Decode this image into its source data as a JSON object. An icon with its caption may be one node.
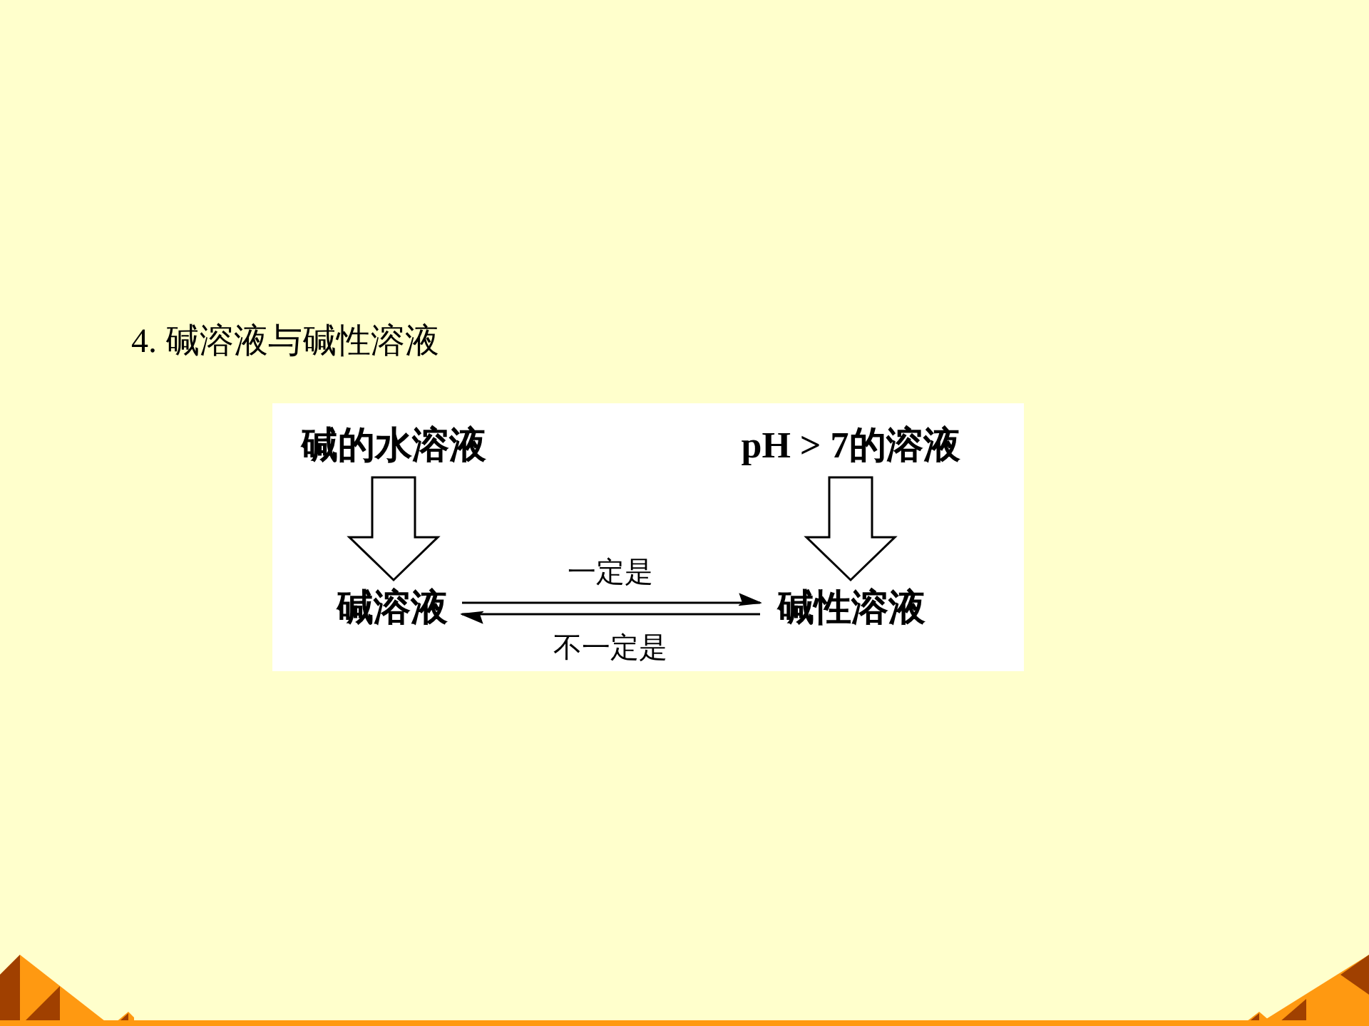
{
  "diagram": {
    "title": "4. 碱溶液与碱性溶液",
    "nodes": [
      {
        "text": [
          "碱的水溶液"
        ]
      },
      {
        "text": [
          "pH > 7**的溶液**"
        ]
      },
      {
        "text": [
          "碱溶液"
        ]
      },
      {
        "text": [
          "碱性溶液"
        ]
      }
    ],
    "edges": [
      {
        "from": 0,
        "to": 2,
        "arrow": "to",
        "style": "thick"
      },
      {
        "from": 1,
        "to": 3,
        "arrow": "to",
        "style": "thick"
      },
      {
        "from": 2,
        "to": 3,
        "arrow": "to",
        "label": "一定是"
      },
      {
        "from": 3,
        "to": 2,
        "arrow": "to",
        "label": "不一定是"
      }
    ]
  }
}
